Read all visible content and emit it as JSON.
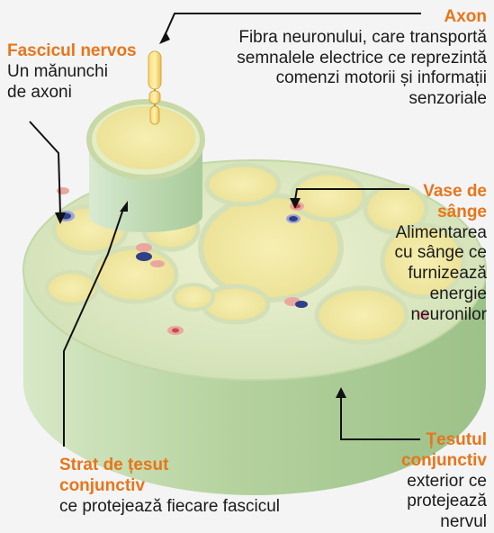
{
  "labels": {
    "axon": {
      "title": "Axon",
      "desc": "Fibra neuronului, care transportă semnalele electrice ce reprezintă comenzi motorii și informații senzoriale"
    },
    "fascicle": {
      "title": "Fascicul nervos",
      "desc": "Un mănunchi de axoni"
    },
    "vessels": {
      "title": "Vase de sânge",
      "desc": "Alimentarea cu sânge ce furnizează energie neuronilor"
    },
    "connective_outer": {
      "title": "Țesutul conjunctiv",
      "desc": "exterior ce protejează nervul"
    },
    "connective_layer": {
      "title": "Strat de țesut conjunctiv",
      "desc": "ce protejează fiecare fascicul"
    }
  },
  "colors": {
    "title": "#e8751a",
    "nerve_side": "#b9d4a6",
    "nerve_top": "#dfe9c4",
    "fascicle_fill": "#f3eba6",
    "fascicle_border": "#d6e2ba",
    "vessel_red": "#c94b43",
    "vessel_blue": "#2f3f88"
  }
}
